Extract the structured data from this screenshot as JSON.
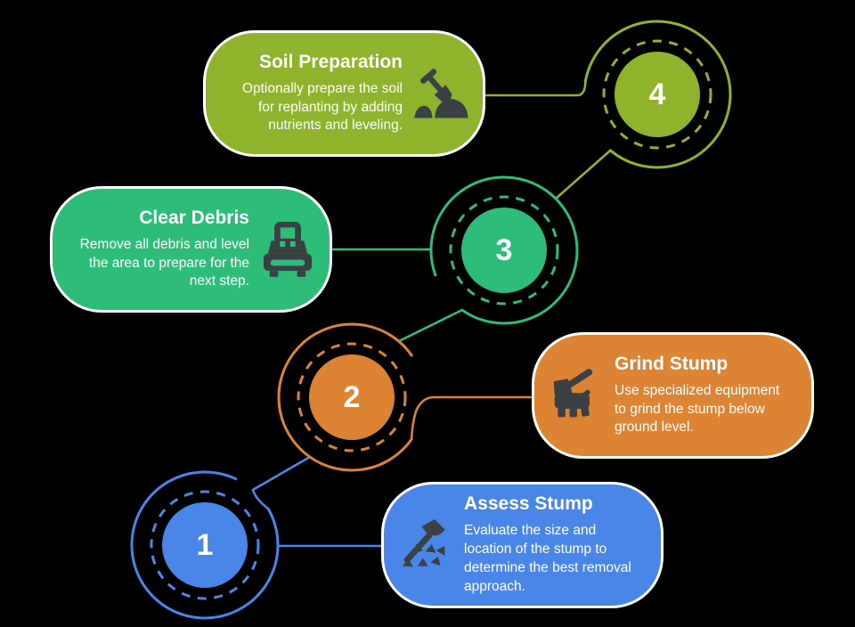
{
  "colors": {
    "background": "#000000",
    "card_border": "#ffffff",
    "text": "#ffffff",
    "icon": "#3b4045"
  },
  "steps": [
    {
      "number": "1",
      "title": "Assess Stump",
      "description": "Evaluate the size and location of the stump to determine the best removal approach.",
      "color": "#4a86e8",
      "icon": "axe-wood-chips-icon"
    },
    {
      "number": "2",
      "title": "Grind Stump",
      "description": "Use specialized equipment to grind the stump below ground level.",
      "color": "#dc8334",
      "icon": "stump-grinder-icon"
    },
    {
      "number": "3",
      "title": "Clear Debris",
      "description": "Remove all debris and level the area to prepare for the next step.",
      "color": "#2ebd79",
      "icon": "dump-truck-icon"
    },
    {
      "number": "4",
      "title": "Soil Preparation",
      "description": "Optionally prepare the soil for replanting by adding nutrients and leveling.",
      "color": "#8fb32c",
      "icon": "shovel-soil-icon"
    }
  ]
}
